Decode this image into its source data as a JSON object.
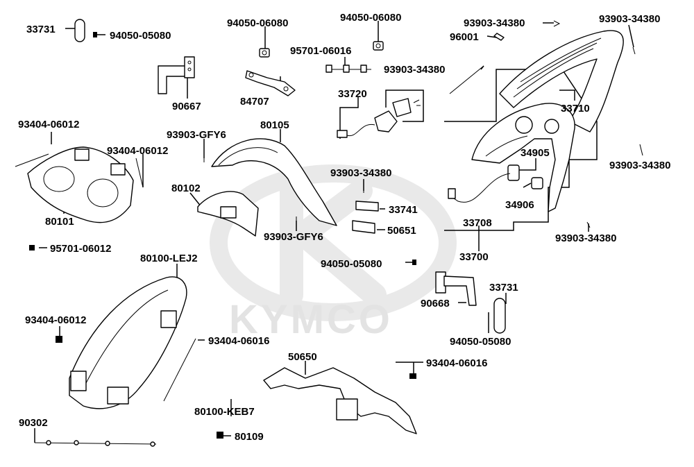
{
  "watermark": {
    "brand": "KYMCO"
  },
  "labels": [
    "33731",
    "94050-05080",
    "94050-06080",
    "94050-06080",
    "93903-34380",
    "93903-34380",
    "96001",
    "95701-06016",
    "93903-34380",
    "90667",
    "84707",
    "33720",
    "33710",
    "93404-06012",
    "93903-GFY6",
    "80105",
    "93404-06012",
    "34905",
    "93903-34380",
    "80102",
    "93903-34380",
    "34906",
    "33741",
    "80101",
    "33708",
    "93903-GFY6",
    "50651",
    "93903-34380",
    "95701-06012",
    "80100-LEJ2",
    "94050-05080",
    "33700",
    "33731",
    "90668",
    "93404-06012",
    "94050-05080",
    "93404-06016",
    "50650",
    "93404-06016",
    "80100-KEB7",
    "90302",
    "80109"
  ],
  "colors": {
    "ink": "#000000",
    "background": "#ffffff",
    "watermark": "#e3e3e3"
  }
}
